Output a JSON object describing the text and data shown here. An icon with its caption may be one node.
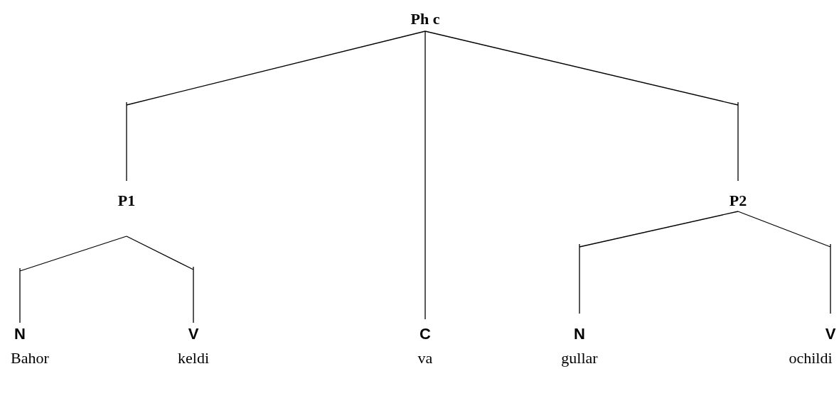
{
  "diagram": {
    "nodes": [
      {
        "text": [
          "Ph c"
        ]
      },
      {
        "text": [
          "P1"
        ]
      },
      {
        "text": [
          "C"
        ],
        "beside": [
          "va"
        ]
      },
      {
        "text": [
          "P2"
        ]
      },
      {
        "text": [
          "N"
        ],
        "beside": [
          "Bahor"
        ]
      },
      {
        "text": [
          "V"
        ],
        "beside": [
          "keldi"
        ]
      },
      {
        "text": [
          "N"
        ],
        "beside": [
          "gullar"
        ]
      },
      {
        "text": [
          "V"
        ],
        "beside": [
          "ochildi"
        ]
      }
    ],
    "edges": [
      {
        "from": 0,
        "to": 1,
        "arrow": "none"
      },
      {
        "from": 0,
        "to": 2,
        "arrow": "none"
      },
      {
        "from": 0,
        "to": 3,
        "arrow": "none"
      },
      {
        "from": 1,
        "to": 4,
        "arrow": "none"
      },
      {
        "from": 1,
        "to": 5,
        "arrow": "none"
      },
      {
        "from": 3,
        "to": 6,
        "arrow": "none"
      },
      {
        "from": 3,
        "to": 7,
        "arrow": "none"
      }
    ]
  }
}
